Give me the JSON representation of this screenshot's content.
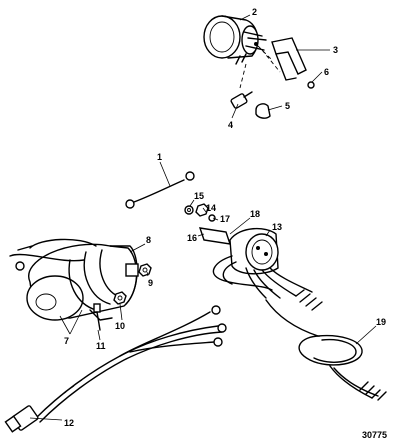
{
  "callouts": {
    "c1": "1",
    "c2": "2",
    "c3": "3",
    "c4": "4",
    "c5": "5",
    "c6": "6",
    "c7": "7",
    "c8": "8",
    "c9": "9",
    "c10": "10",
    "c11": "11",
    "c12": "12",
    "c13": "13",
    "c14": "14",
    "c15": "15",
    "c16": "16",
    "c17": "17",
    "c18": "18",
    "c19": "19"
  },
  "figure_number": "30775"
}
